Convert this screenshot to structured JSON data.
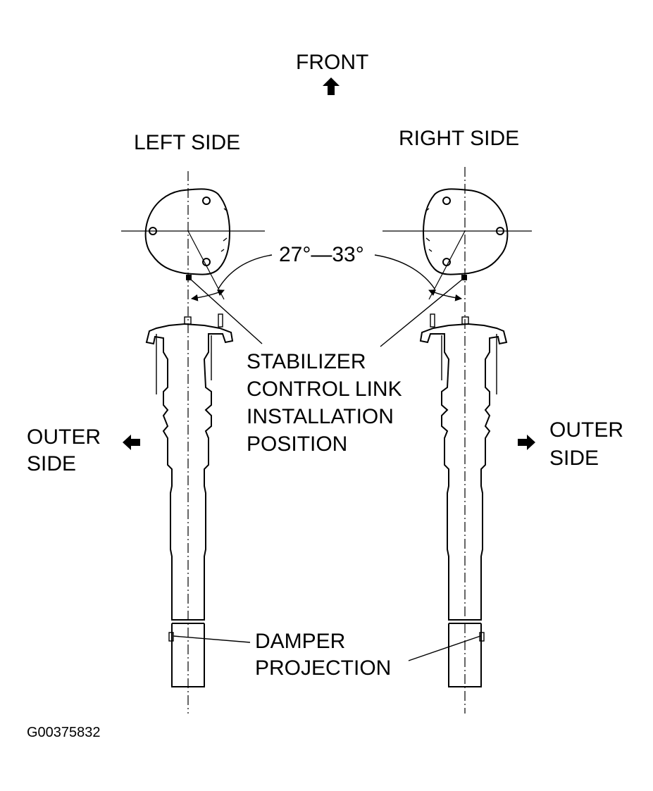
{
  "labels": {
    "front": "FRONT",
    "left_side": "LEFT SIDE",
    "right_side": "RIGHT SIDE",
    "angle": "27°—33°",
    "stabilizer_line1": "STABILIZER",
    "stabilizer_line2": "CONTROL LINK",
    "stabilizer_line3": "INSTALLATION",
    "stabilizer_line4": "POSITION",
    "outer_left_line1": "OUTER",
    "outer_left_line2": "SIDE",
    "outer_right_line1": "OUTER",
    "outer_right_line2": "SIDE",
    "damper_line1": "DAMPER",
    "damper_line2": "PROJECTION",
    "figure_code": "G00375832"
  }
}
